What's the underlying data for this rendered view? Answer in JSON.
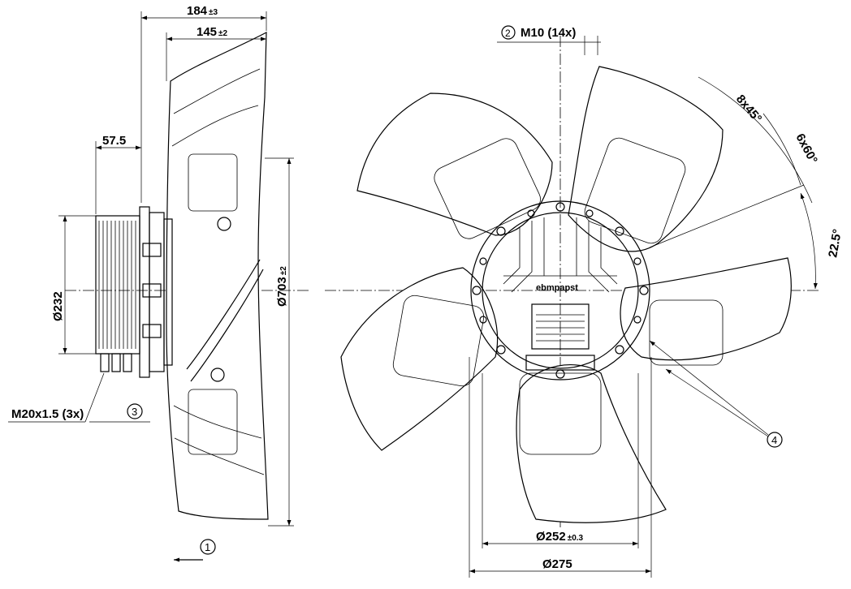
{
  "dimensions": {
    "d184": {
      "value": "184",
      "tol": "±3"
    },
    "d145": {
      "value": "145",
      "tol": "±2"
    },
    "d57": {
      "value": "57.5"
    },
    "d232": {
      "value": "Ø232"
    },
    "d703": {
      "value": "Ø703",
      "tol": "±2"
    },
    "d252": {
      "value": "Ø252",
      "tol": "±0.3"
    },
    "d275": {
      "value": "Ø275"
    },
    "m10": {
      "value": "M10 (14x)"
    },
    "m20": {
      "value": "M20x1.5 (3x)"
    },
    "a8x45": {
      "value": "8x45°"
    },
    "a6x60": {
      "value": "6x60°"
    },
    "a225": {
      "value": "22.5°"
    }
  },
  "callouts": {
    "c1": "1",
    "c2": "2",
    "c3": "3",
    "c4": "4"
  },
  "logo_text": "ebmpapst"
}
